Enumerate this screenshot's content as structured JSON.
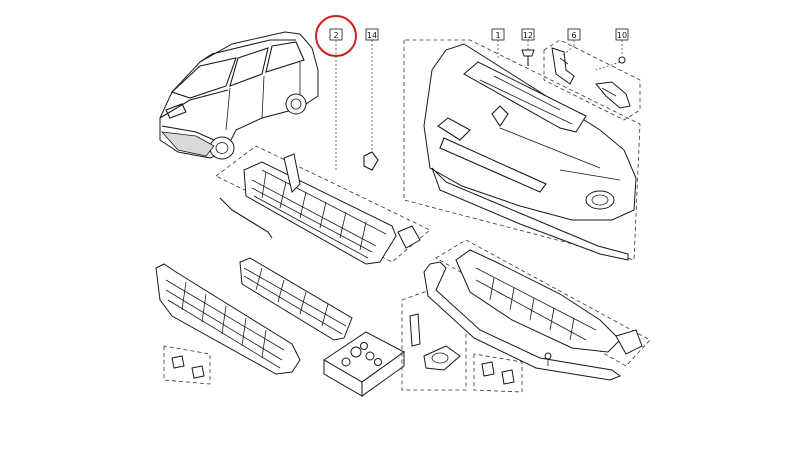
{
  "callouts": [
    {
      "id": "callout-2",
      "label": "2",
      "highlighted": true
    },
    {
      "id": "callout-14",
      "label": "14",
      "highlighted": false
    },
    {
      "id": "callout-1",
      "label": "1",
      "highlighted": false
    },
    {
      "id": "callout-12",
      "label": "12",
      "highlighted": false
    },
    {
      "id": "callout-6",
      "label": "6",
      "highlighted": false
    },
    {
      "id": "callout-10",
      "label": "10",
      "highlighted": false
    }
  ],
  "colors": {
    "line": "#1a1a1a",
    "highlight_circle": "#cc1f1f",
    "background": "#ffffff"
  }
}
